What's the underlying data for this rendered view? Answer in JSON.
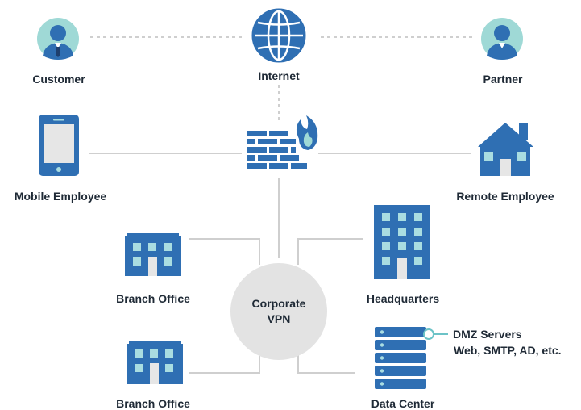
{
  "labels": {
    "customer": "Customer",
    "internet": "Internet",
    "partner": "Partner",
    "mobile_employee": "Mobile Employee",
    "remote_employee": "Remote Employee",
    "branch_office_top": "Branch Office",
    "headquarters": "Headquarters",
    "corporate_vpn_line1": "Corporate",
    "corporate_vpn_line2": "VPN",
    "branch_office_bottom": "Branch Office",
    "data_center": "Data Center",
    "dmz_servers": "DMZ Servers",
    "dmz_servers_detail": "Web, SMTP, AD, etc."
  },
  "colors": {
    "icon_blue": "#2f6fb3",
    "window_teal": "#a9dde1",
    "avatar_bg": "#9fd9d6",
    "vpn_circle": "#e3e3e3",
    "line_gray": "#d3d3d3",
    "flame_light": "#9fd9d6"
  },
  "icons": [
    "person-icon",
    "globe-icon",
    "firewall-icon",
    "phone-icon",
    "house-icon",
    "office-building-icon",
    "tower-building-icon",
    "server-rack-icon"
  ]
}
